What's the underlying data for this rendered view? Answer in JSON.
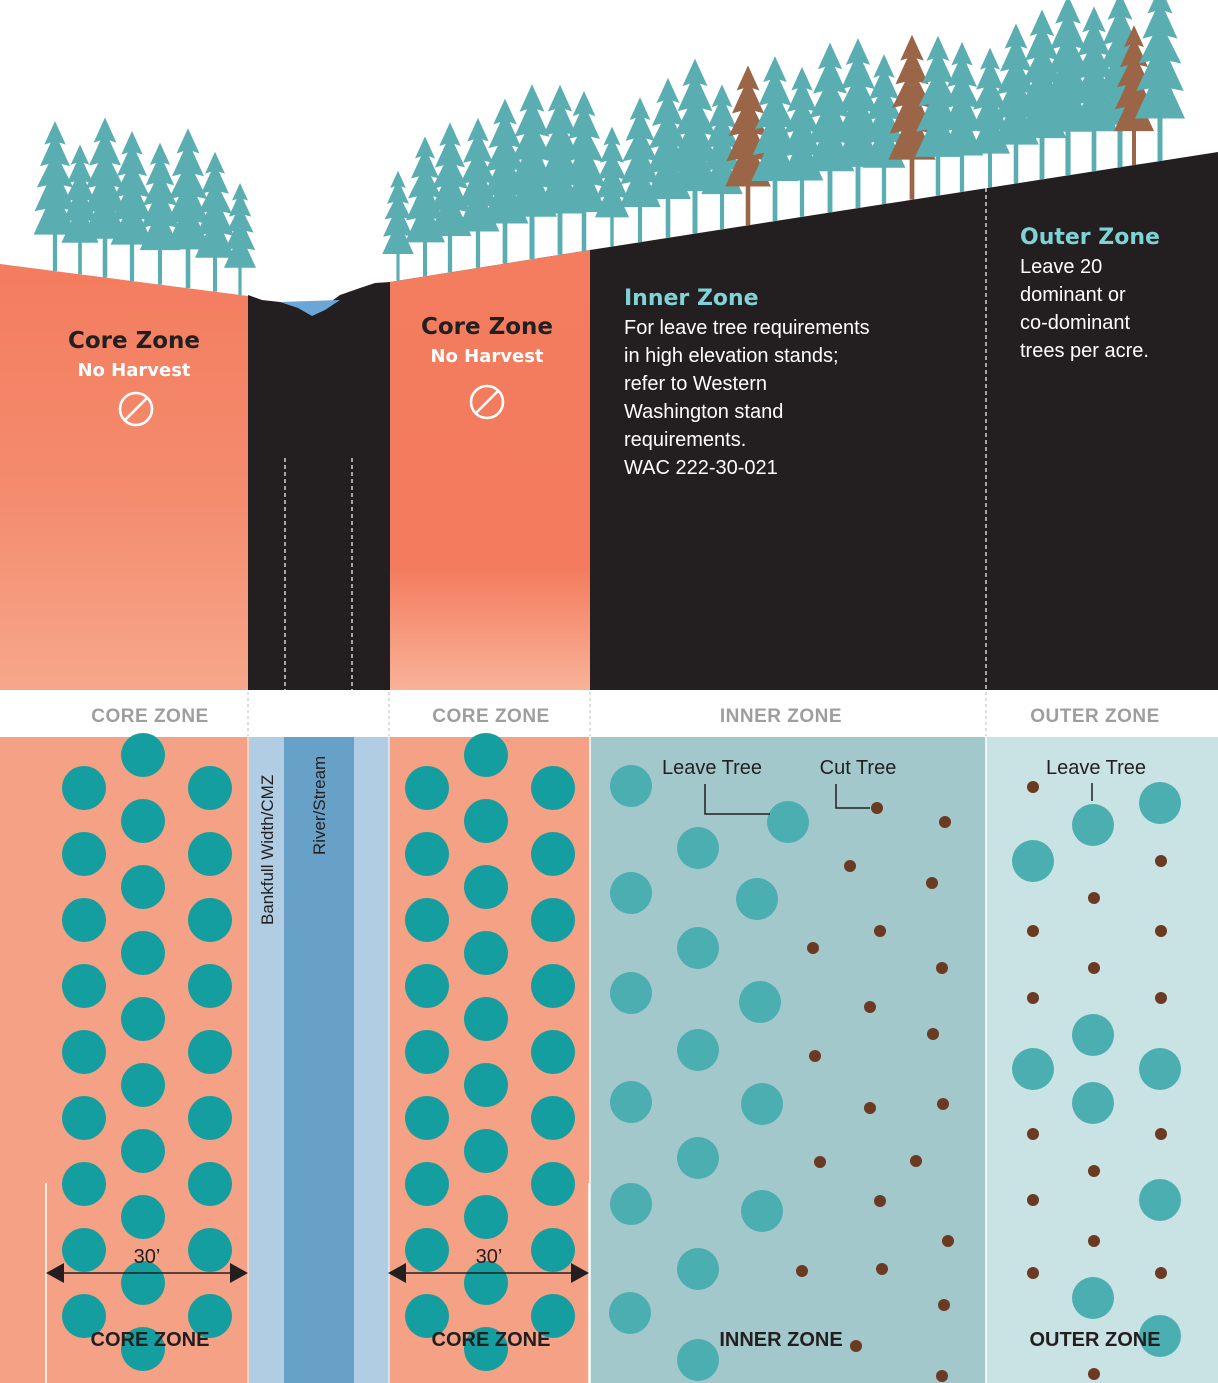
{
  "colors": {
    "core": "#f47c5f",
    "core_plan": "#f4a186",
    "ground": "#231f20",
    "water": "#6aa6d8",
    "tree_green": "#5aaeb1",
    "tree_brown": "#9b6547",
    "accent_heading": "#7fd3d6",
    "inner_plan": "#a2c8cc",
    "outer_plan": "#c9e2e3",
    "leave_tree": "#4baeb1",
    "core_tree": "#149ea0",
    "cut_tree": "#6b3a22",
    "bankfull": "#b0cde4",
    "stream": "#68a1c8"
  },
  "icons": {
    "no_harvest": "prohibited-icon"
  },
  "cross_section": {
    "core_left": {
      "title": "Core Zone",
      "subtitle": "No Harvest"
    },
    "core_right": {
      "title": "Core Zone",
      "subtitle": "No Harvest"
    },
    "inner": {
      "title": "Inner Zone",
      "lines": [
        "For leave tree requirements",
        "in high elevation stands;",
        "refer to Western",
        "Washington stand",
        "requirements.",
        "WAC 222-30-021"
      ]
    },
    "outer": {
      "title": "Outer Zone",
      "lines": [
        "Leave 20",
        "dominant or",
        "co-dominant",
        "trees per acre."
      ]
    }
  },
  "strip_labels": [
    "CORE ZONE",
    "CORE ZONE",
    "INNER ZONE",
    "OUTER ZONE"
  ],
  "plan_view": {
    "bankfull_label": "Bankfull Width/CMZ",
    "stream_label": "River/Stream",
    "width_left": "30’",
    "width_right": "30’",
    "zone_labels": [
      "CORE ZONE",
      "CORE ZONE",
      "INNER ZONE",
      "OUTER ZONE"
    ],
    "callouts": {
      "leave_tree_inner": "Leave Tree",
      "cut_tree": "Cut Tree",
      "leave_tree_outer": "Leave Tree"
    }
  }
}
